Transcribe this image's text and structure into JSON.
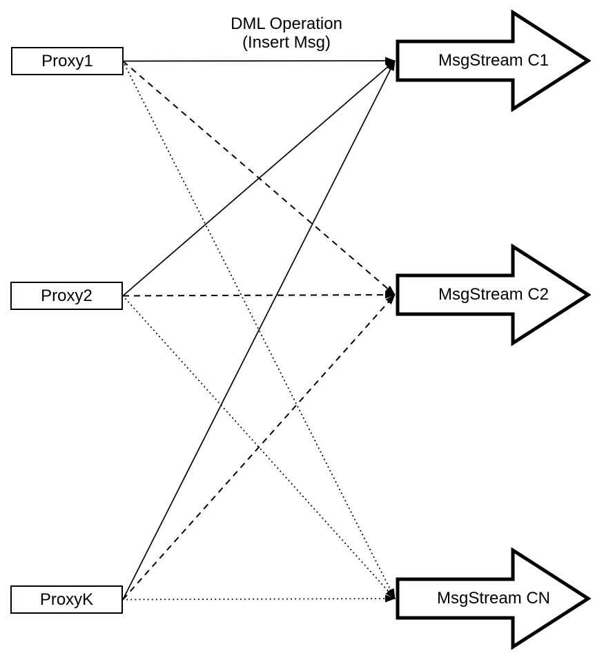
{
  "diagram": {
    "background": "#ffffff",
    "stroke_color": "#000000",
    "annotation": {
      "line1": "DML Operation",
      "line2": "(Insert Msg)"
    },
    "proxies": [
      {
        "id": "proxy1",
        "label": "Proxy1"
      },
      {
        "id": "proxy2",
        "label": "Proxy2"
      },
      {
        "id": "proxyk",
        "label": "ProxyK"
      }
    ],
    "streams": [
      {
        "id": "c1",
        "label": "MsgStream C1"
      },
      {
        "id": "c2",
        "label": "MsgStream C2"
      },
      {
        "id": "cn",
        "label": "MsgStream CN"
      }
    ],
    "edges": [
      {
        "from": "proxy1",
        "to": "c1",
        "style": "solid"
      },
      {
        "from": "proxy2",
        "to": "c1",
        "style": "solid"
      },
      {
        "from": "proxyk",
        "to": "c1",
        "style": "solid"
      },
      {
        "from": "proxy1",
        "to": "c2",
        "style": "dashed"
      },
      {
        "from": "proxy2",
        "to": "c2",
        "style": "dashed"
      },
      {
        "from": "proxyk",
        "to": "c2",
        "style": "dashed"
      },
      {
        "from": "proxy1",
        "to": "cn",
        "style": "dotted"
      },
      {
        "from": "proxy2",
        "to": "cn",
        "style": "dotted"
      },
      {
        "from": "proxyk",
        "to": "cn",
        "style": "dotted"
      }
    ]
  }
}
